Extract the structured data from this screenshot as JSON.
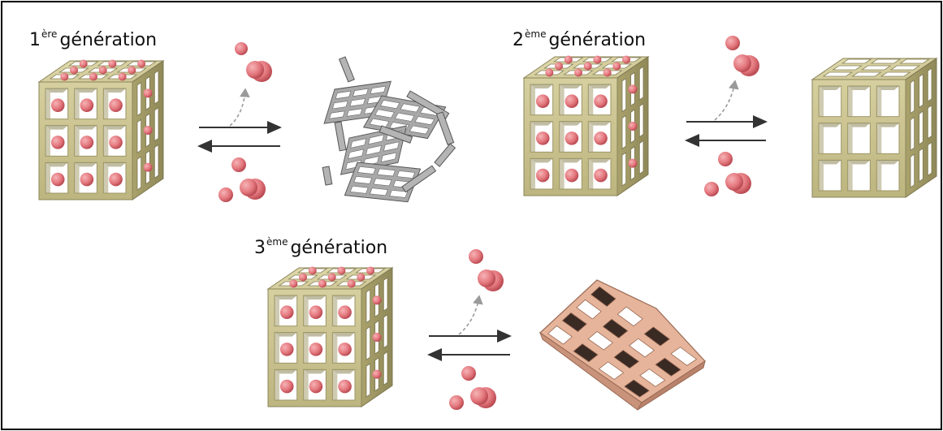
{
  "labels": {
    "gen1": {
      "number": "1",
      "suffix": "ère",
      "word": "génération"
    },
    "gen2": {
      "number": "2",
      "suffix": "ème",
      "word": "génération"
    },
    "gen3": {
      "number": "3",
      "suffix": "ème",
      "word": "génération"
    }
  },
  "colors": {
    "frame_outer": "#cfc898",
    "frame_dark": "#8a8459",
    "frame_mid": "#b6ae79",
    "guest": "#e3777d",
    "guest_dark": "#c24f58",
    "collapsed": "#9c9c9c",
    "collapsed_dark": "#5a5a5a",
    "flexible": "#e5b49a",
    "flexible_dark": "#9a6a55",
    "arrow": "#333333"
  },
  "icons": {
    "cube": "framework-cube",
    "guest": "guest-molecule",
    "arrow": "equilibrium-arrows"
  }
}
